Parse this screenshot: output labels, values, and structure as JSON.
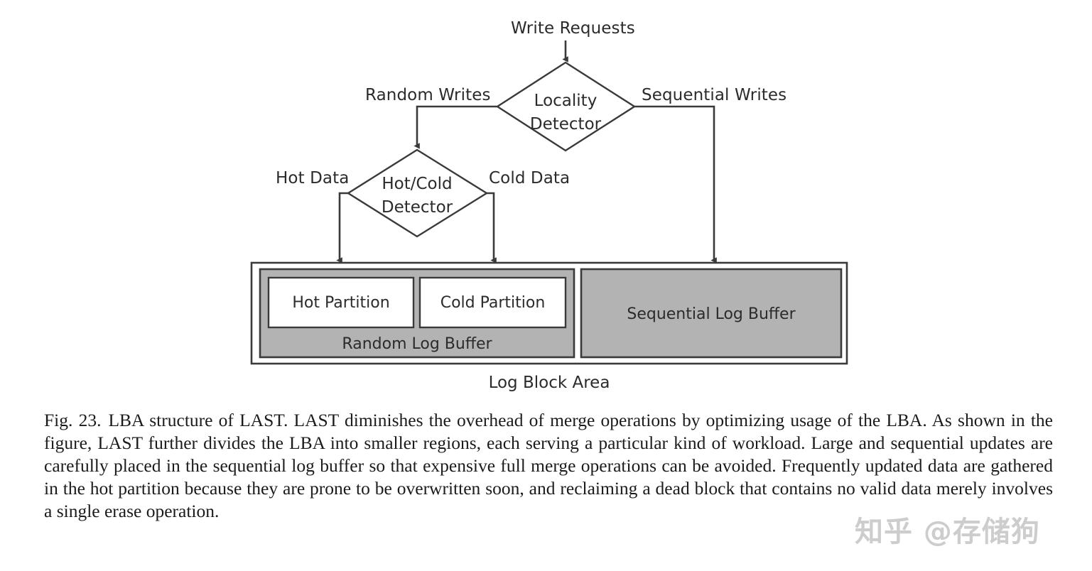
{
  "figure": {
    "flow": {
      "input_label": "Write Requests",
      "branch_left_label": "Random Writes",
      "branch_right_label": "Sequential Writes",
      "hot_branch_label": "Hot Data",
      "cold_branch_label": "Cold Data"
    },
    "decisions": [
      {
        "name": "locality-detector",
        "line1": "Locality",
        "line2": "Detector"
      },
      {
        "name": "hot-cold-detector",
        "line1": "Hot/Cold",
        "line2": "Detector"
      }
    ],
    "log_block_area": {
      "caption_label": "Log Block Area",
      "random_log_buffer": {
        "label": "Random Log Buffer",
        "partitions": [
          {
            "label": "Hot Partition"
          },
          {
            "label": "Cold Partition"
          }
        ]
      },
      "sequential_log_buffer": {
        "label": "Sequential Log Buffer"
      }
    },
    "colors": {
      "stroke": "#3a3a3a",
      "buffer_fill": "#b3b3b3",
      "partition_fill": "#ffffff",
      "page_background": "#ffffff",
      "text": "#2b2b2b"
    }
  },
  "caption": {
    "figure_number": "Fig. 23.",
    "text": "LBA structure of LAST. LAST diminishes the overhead of merge operations by optimizing usage of the LBA. As shown in the figure, LAST further divides the LBA into smaller regions, each serving a particular kind of workload. Large and sequential updates are carefully placed in the sequential log buffer so that expensive full merge operations can be avoided. Frequently updated data are gathered in the hot partition because they are prone to be overwritten soon, and reclaiming a dead block that contains no valid data merely involves a single erase operation."
  },
  "watermark": {
    "text": "知乎 @存储狗"
  }
}
